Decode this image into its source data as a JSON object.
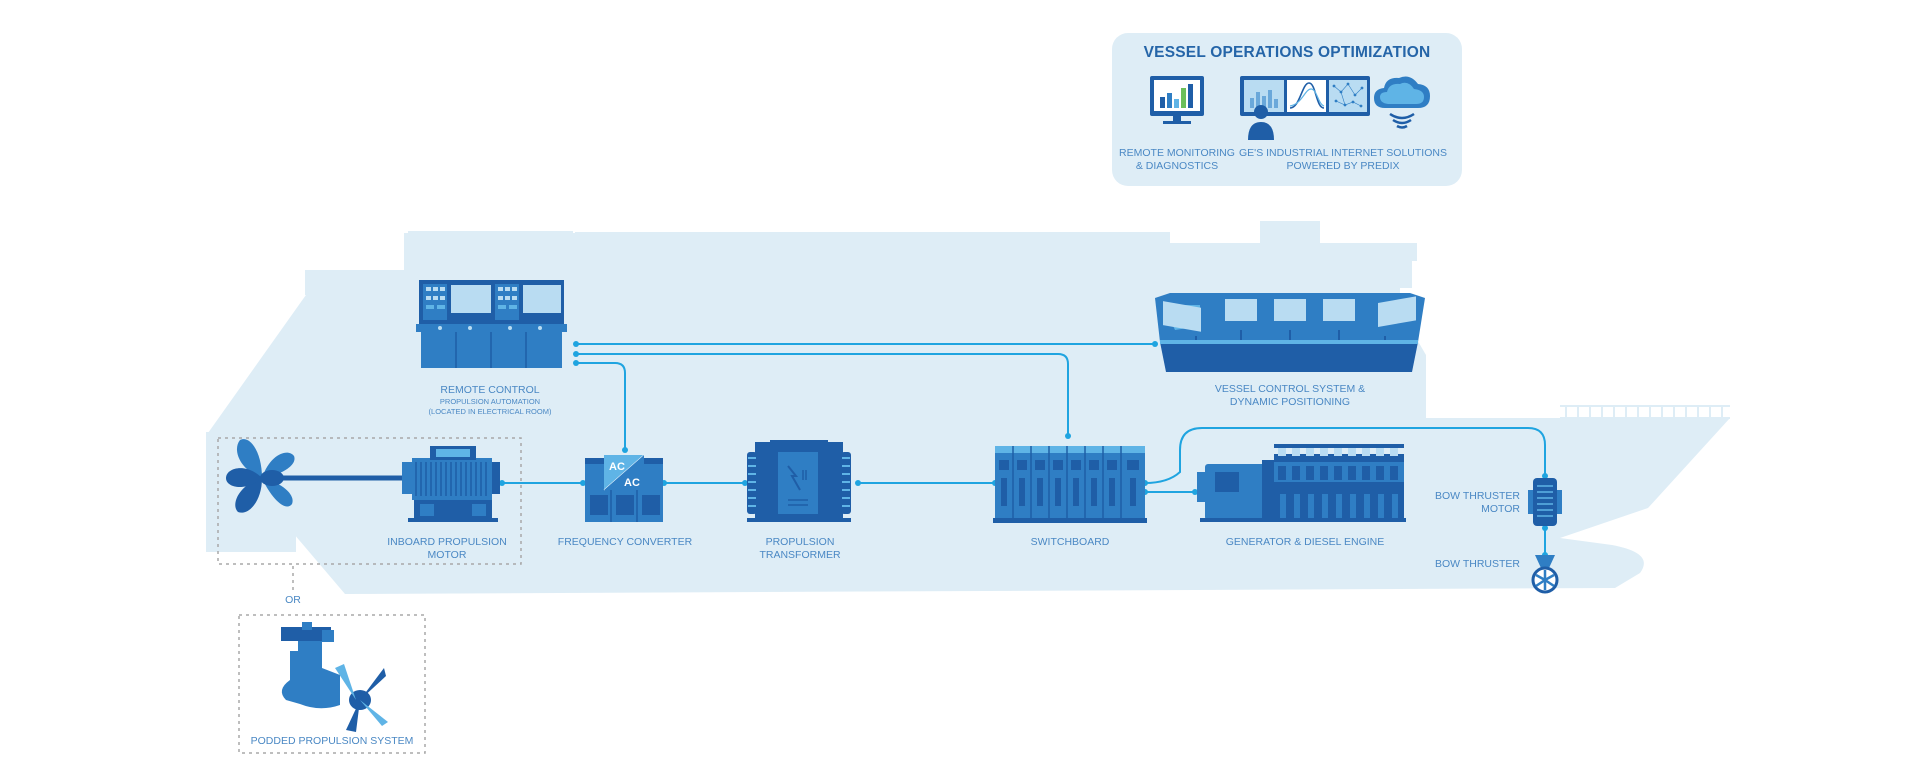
{
  "panel": {
    "title": "VESSEL OPERATIONS OPTIMIZATION",
    "monitoring_label_1": "REMOTE MONITORING",
    "monitoring_label_2": "& DIAGNOSTICS",
    "predix_label_1": "GE'S INDUSTRIAL INTERNET SOLUTIONS",
    "predix_label_2": "POWERED BY PREDIX"
  },
  "components": {
    "remote_control": {
      "label": "REMOTE CONTROL",
      "sub1": "PROPULSION AUTOMATION",
      "sub2": "(LOCATED IN ELECTRICAL ROOM)"
    },
    "vessel_control": {
      "label1": "VESSEL CONTROL SYSTEM &",
      "label2": "DYNAMIC POSITIONING"
    },
    "inboard_motor": {
      "label1": "INBOARD PROPULSION",
      "label2": "MOTOR"
    },
    "frequency_converter": {
      "label": "FREQUENCY CONVERTER",
      "badge_top": "AC",
      "badge_bottom": "AC"
    },
    "propulsion_transformer": {
      "label1": "PROPULSION",
      "label2": "TRANSFORMER"
    },
    "switchboard": {
      "label": "SWITCHBOARD"
    },
    "generator": {
      "label": "GENERATOR & DIESEL ENGINE"
    },
    "bow_thruster_motor": {
      "label1": "BOW THRUSTER",
      "label2": "MOTOR"
    },
    "bow_thruster": {
      "label": "BOW THRUSTER"
    },
    "or": {
      "label": "OR"
    },
    "podded": {
      "label": "PODDED PROPULSION SYSTEM"
    }
  },
  "colors": {
    "hull": "#deedf6",
    "panel_bg": "#deedf6",
    "dark_blue": "#1f5ea7",
    "mid_blue": "#2f7ec4",
    "light_blue": "#5fb4e6",
    "connector": "#1fa4e0",
    "label_text": "#4a88c4"
  }
}
